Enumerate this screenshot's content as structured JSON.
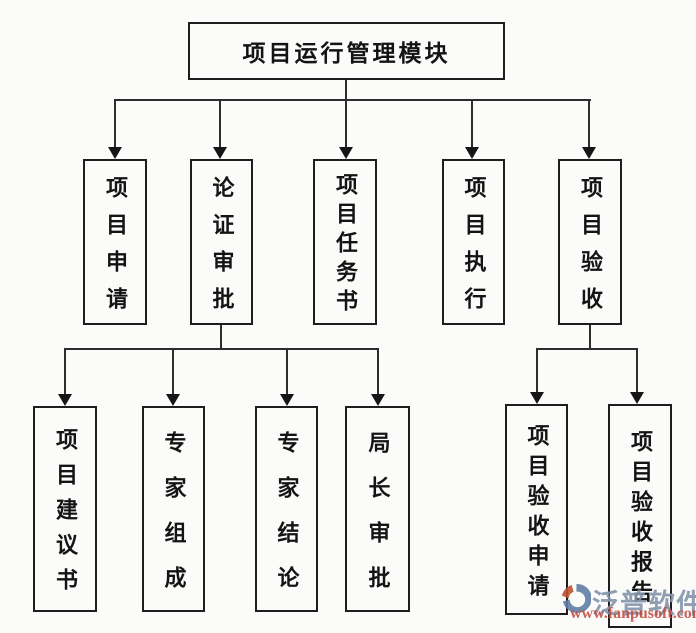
{
  "diagram": {
    "root_label": "项目运行管理模块",
    "level1": [
      "项目申请",
      "论证审批",
      "项目任务书",
      "项目执行",
      "项目验收"
    ],
    "review_children": [
      "项目建议书",
      "专家组成",
      "专家结论",
      "局长审批"
    ],
    "acceptance_children": [
      "项目验收申请",
      "项目验收报告"
    ]
  },
  "watermark": {
    "brand": "泛普软件",
    "url": "www.fanpusoft.com"
  },
  "colors": {
    "background": "#fbfbfa",
    "box_border": "#1e1e1e",
    "text": "#141414",
    "connector": "#2d2d2d",
    "watermark_brand": "#8595ac",
    "watermark_url": "#c2473a",
    "logo_blue": "#5f7da3",
    "logo_red": "#c0512f"
  }
}
